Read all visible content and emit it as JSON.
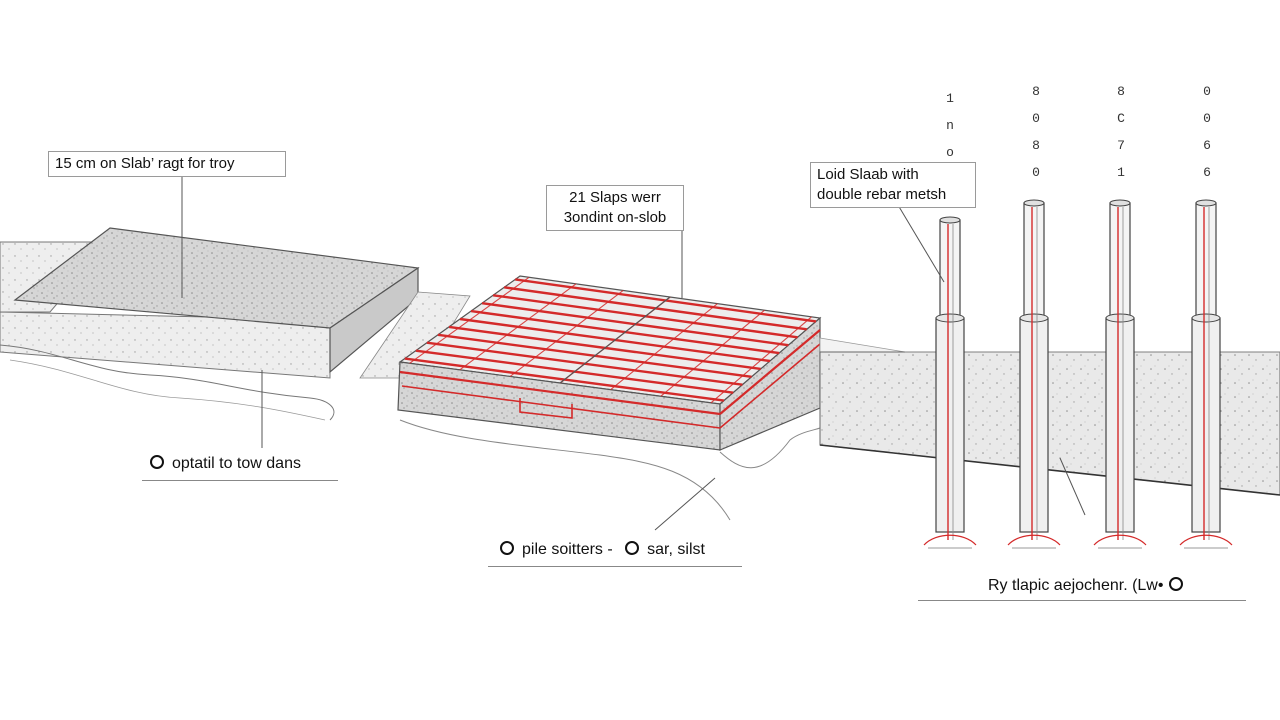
{
  "labels": {
    "slab_left": "15 cm on Slab’ ragt for troy",
    "slab_middle": [
      "21 Slaps werr",
      "3ondint on-slob"
    ],
    "slab_right": [
      "Loid Slaab with",
      "double rebar metsh"
    ],
    "caption_left": "optatil to tow dans",
    "caption_middle_a": "pile soitters -",
    "caption_middle_b": "sar, silst",
    "caption_right": "Ry tlapic aejochenr. (Lw•"
  },
  "pile_ticks": [
    [
      "1",
      "n",
      "o"
    ],
    [
      "8",
      "0",
      "8",
      "0"
    ],
    [
      "8",
      "C",
      "7",
      "1"
    ],
    [
      "0",
      "0",
      "6",
      "6"
    ]
  ],
  "colors": {
    "rebar": "#d42a2a",
    "concrete": "#cfcfcf",
    "line": "#555555"
  }
}
